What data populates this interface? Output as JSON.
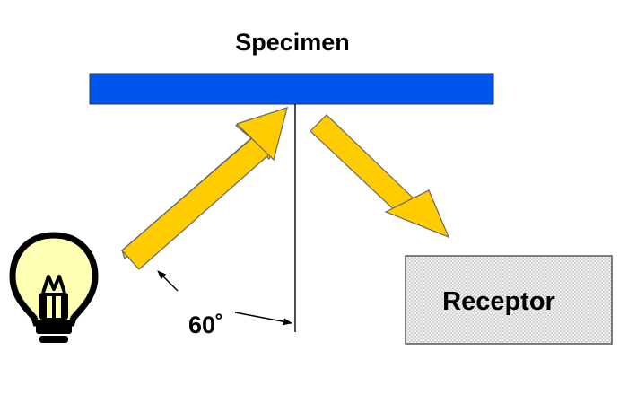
{
  "specimen": {
    "label": "Specimen",
    "color": "#0055ee"
  },
  "receptor": {
    "label": "Receptor",
    "fill_color": "#e6e6e6"
  },
  "angle": {
    "label": "60˚"
  },
  "arrows": {
    "color": "#ffcc00",
    "outline_color": "#666666"
  },
  "light_source": {
    "icon": "light-bulb-icon",
    "bulb_color": "#ffffb3"
  }
}
